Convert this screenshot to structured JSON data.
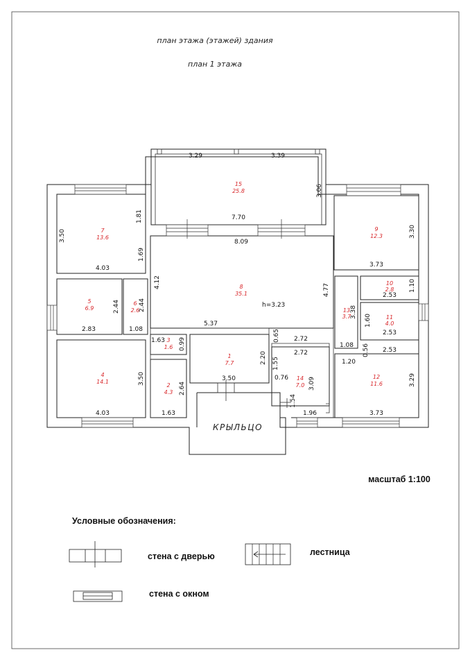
{
  "header": {
    "title_line1": "план этажа (этажей) здания",
    "title_line2": "план 1 этажа"
  },
  "scale_label": "масштаб 1:100",
  "porch_label": "КРЫЛЬЦО",
  "height_label": "h=3.23",
  "rooms": [
    {
      "id": "room-15",
      "num": "15",
      "area": "25.8"
    },
    {
      "id": "room-7",
      "num": "7",
      "area": "13.6"
    },
    {
      "id": "room-8",
      "num": "8",
      "area": "35.1"
    },
    {
      "id": "room-9",
      "num": "9",
      "area": "12.3"
    },
    {
      "id": "room-10",
      "num": "10",
      "area": "2.8"
    },
    {
      "id": "room-11",
      "num": "11",
      "area": "4.0"
    },
    {
      "id": "room-13",
      "num": "13",
      "area": "3.7"
    },
    {
      "id": "room-5",
      "num": "5",
      "area": "6.9"
    },
    {
      "id": "room-6",
      "num": "6",
      "area": "2.6"
    },
    {
      "id": "room-3",
      "num": "3",
      "area": "1.6"
    },
    {
      "id": "room-1",
      "num": "1",
      "area": "7.7"
    },
    {
      "id": "room-2",
      "num": "2",
      "area": "4.3"
    },
    {
      "id": "room-4",
      "num": "4",
      "area": "14.1"
    },
    {
      "id": "room-14",
      "num": "14",
      "area": "7.0"
    },
    {
      "id": "room-12",
      "num": "12",
      "area": "11.6"
    }
  ],
  "dimensions": [
    "3.29",
    "3.39",
    "3.06",
    "7.70",
    "8.09",
    "3.50",
    "1.81",
    "4.03",
    "1.69",
    "4.12",
    "4.77",
    "3.30",
    "3.73",
    "2.53",
    "1.10",
    "1.60",
    "2.53",
    "3.38",
    "1.08",
    "0.56",
    "2.44",
    "2.44",
    "2.83",
    "1.08",
    "5.37",
    "0.65",
    "2.72",
    "1.63",
    "0.99",
    "2.20",
    "1.55",
    "2.72",
    "1.20",
    "3.50",
    "2.64",
    "0.76",
    "3.09",
    "3.50",
    "3.29",
    "1.54",
    "4.03",
    "1.63",
    "1.96",
    "3.73",
    "2.53"
  ],
  "legend": {
    "title": "Условные обозначения:",
    "door": "стена с дверью",
    "window": "стена с окном",
    "stairs": "лестница"
  }
}
